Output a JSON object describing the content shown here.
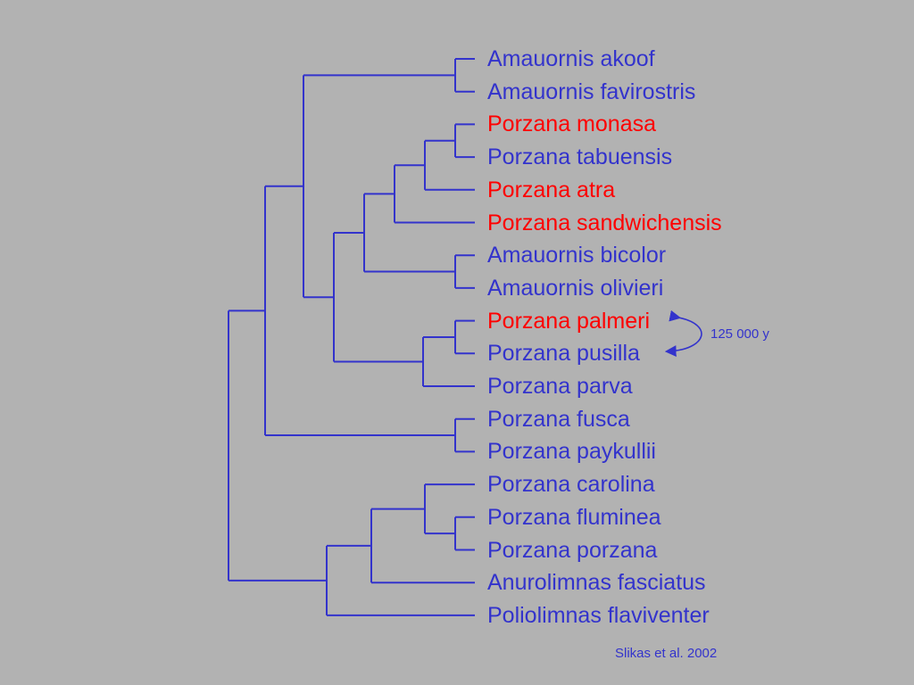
{
  "colors": {
    "background": "#b2b2b2",
    "branch": "#3333cc",
    "taxon_default": "#3333cc",
    "taxon_highlight": "#ff0000"
  },
  "taxa": [
    {
      "label": "Amauornis akoof",
      "highlight": false
    },
    {
      "label": "Amauornis favirostris",
      "highlight": false
    },
    {
      "label": "Porzana monasa",
      "highlight": true
    },
    {
      "label": "Porzana tabuensis",
      "highlight": false
    },
    {
      "label": "Porzana atra",
      "highlight": true
    },
    {
      "label": "Porzana sandwichensis",
      "highlight": true
    },
    {
      "label": "Amauornis bicolor",
      "highlight": false
    },
    {
      "label": "Amauornis olivieri",
      "highlight": false
    },
    {
      "label": "Porzana palmeri",
      "highlight": true
    },
    {
      "label": "Porzana pusilla",
      "highlight": false
    },
    {
      "label": "Porzana parva",
      "highlight": false
    },
    {
      "label": "Porzana fusca",
      "highlight": false
    },
    {
      "label": "Porzana paykullii",
      "highlight": false
    },
    {
      "label": "Porzana carolina",
      "highlight": false
    },
    {
      "label": "Porzana fluminea",
      "highlight": false
    },
    {
      "label": "Porzana porzana",
      "highlight": false
    },
    {
      "label": "Anurolimnas fasciatus",
      "highlight": false
    },
    {
      "label": "Poliolimnas flaviventer",
      "highlight": false
    }
  ],
  "annotation": {
    "label": "125 000 y",
    "from": "Porzana palmeri",
    "to": "Porzana pusilla"
  },
  "citation": "Slikas et al. 2002"
}
